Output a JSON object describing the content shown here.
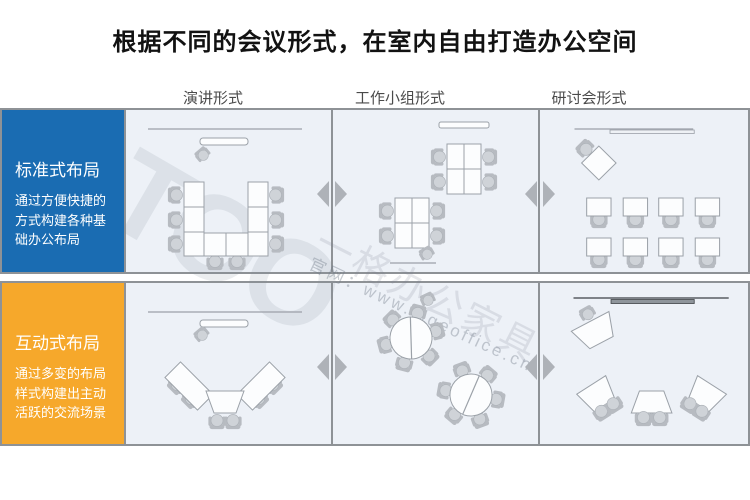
{
  "title": "根据不同的会议形式，在室内自由打造办公空间",
  "column_headers": [
    "演讲形式",
    "工作小组形式",
    "研讨会形式"
  ],
  "rows": [
    {
      "label": "标准式布局",
      "description": "通过方便快捷的方式构建各种基础办公布局",
      "accent_color": "#1a6cb2"
    },
    {
      "label": "互动式布局",
      "description": "通过多变的布局样式构建出主动活跃的交流场景",
      "accent_color": "#f6a82b"
    }
  ],
  "watermark": {
    "logo": "TOO",
    "brand": "一格办公家具",
    "site": "官网：www.yigeoffice.cn"
  },
  "diagrams": {
    "standard_lecture": "u-shape-table-layout",
    "standard_workgroup": "two-table-clusters",
    "standard_seminar": "desk-rows-with-presenter",
    "interactive_lecture": "v-shape-table-layout",
    "interactive_workgroup": "two-round-tables",
    "interactive_seminar": "trapezoid-tables-arc"
  },
  "icons": {
    "divider_arrows": "left-right-triangle-arrows",
    "chair": "top-view-chair"
  },
  "colors": {
    "standard_row": "#1a6cb2",
    "interactive_row": "#f6a82b",
    "cell_background": "#edf1f7",
    "grid_border": "#8e9296",
    "arrow": "#aeb2b8"
  }
}
